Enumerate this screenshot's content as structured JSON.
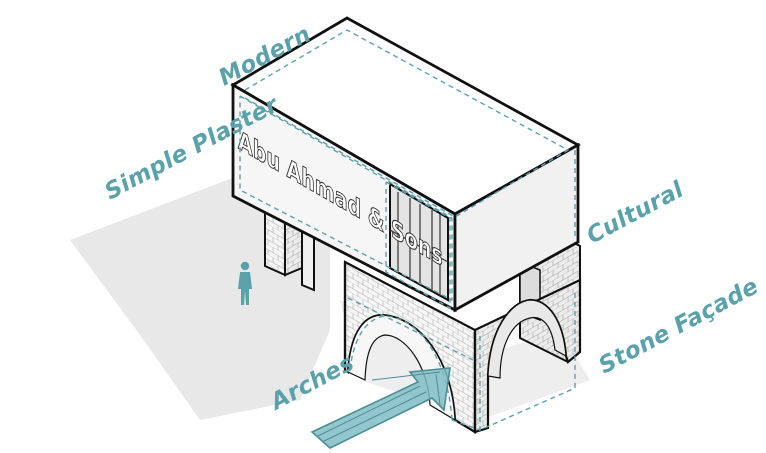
{
  "labels": {
    "modern": "Modern",
    "simple_plaster": "Simple Plaster",
    "cultural": "Cultural",
    "stone_facade": "Stone Façade",
    "arches": "Arches"
  },
  "sign_text": "Abu Ahmad & Sons",
  "colors": {
    "accent": "#5aa2ab",
    "arrow": "#7fbdc4",
    "outline": "#111111",
    "shadow": "#e7e7e7",
    "stone": "#f3f3f3"
  }
}
